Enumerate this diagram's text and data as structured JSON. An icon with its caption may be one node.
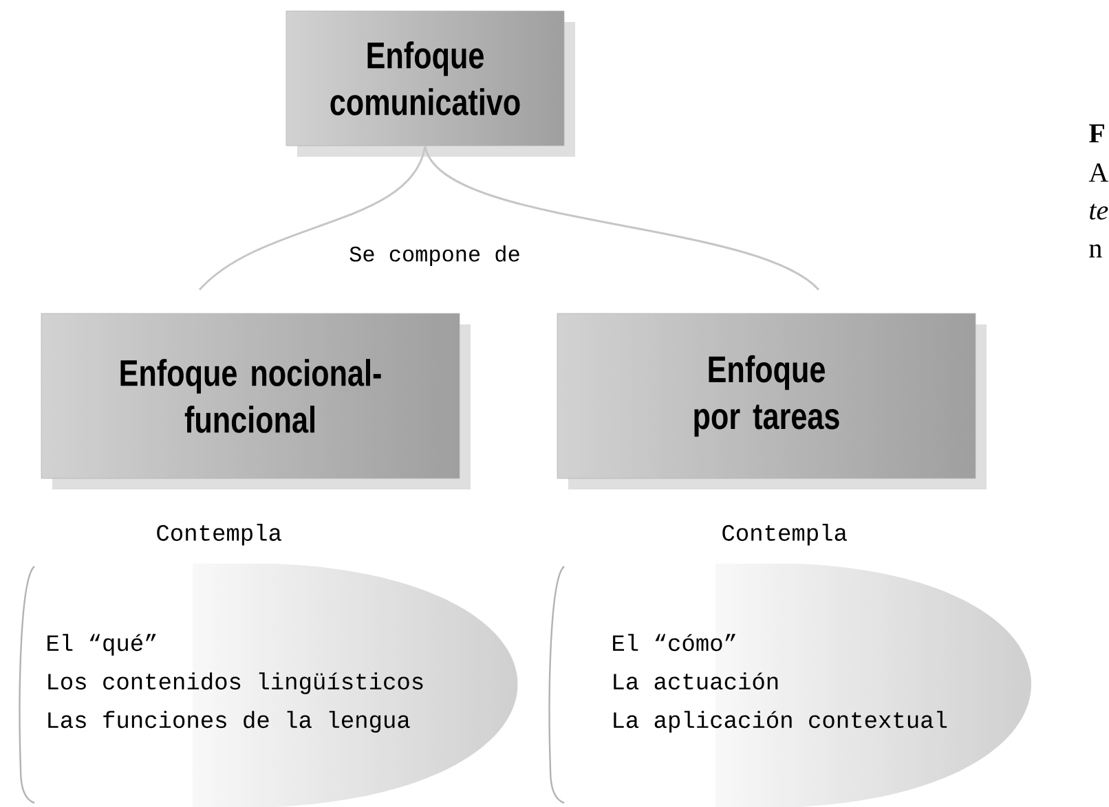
{
  "diagram": {
    "nodes": [
      {
        "text": [
          "Enfoque comunicativo"
        ]
      },
      {
        "text": [
          "Enfoque nocional-funcional"
        ]
      },
      {
        "text": [
          "Enfoque por tareas"
        ]
      },
      {
        "text": [
          "Contempla",
          "El “qué”",
          "Los contenidos lingüísticos",
          "Las funciones de la lengua"
        ]
      },
      {
        "text": [
          "Contempla",
          "El “cómo”",
          "La actuación",
          "La aplicación contextual"
        ]
      }
    ],
    "edges": [
      {
        "from": 0,
        "to": 1,
        "arrow": "none",
        "label": "Se compone de"
      },
      {
        "from": 0,
        "to": 2,
        "arrow": "none"
      }
    ],
    "labels": [
      "F",
      "A",
      "te",
      "n"
    ]
  }
}
